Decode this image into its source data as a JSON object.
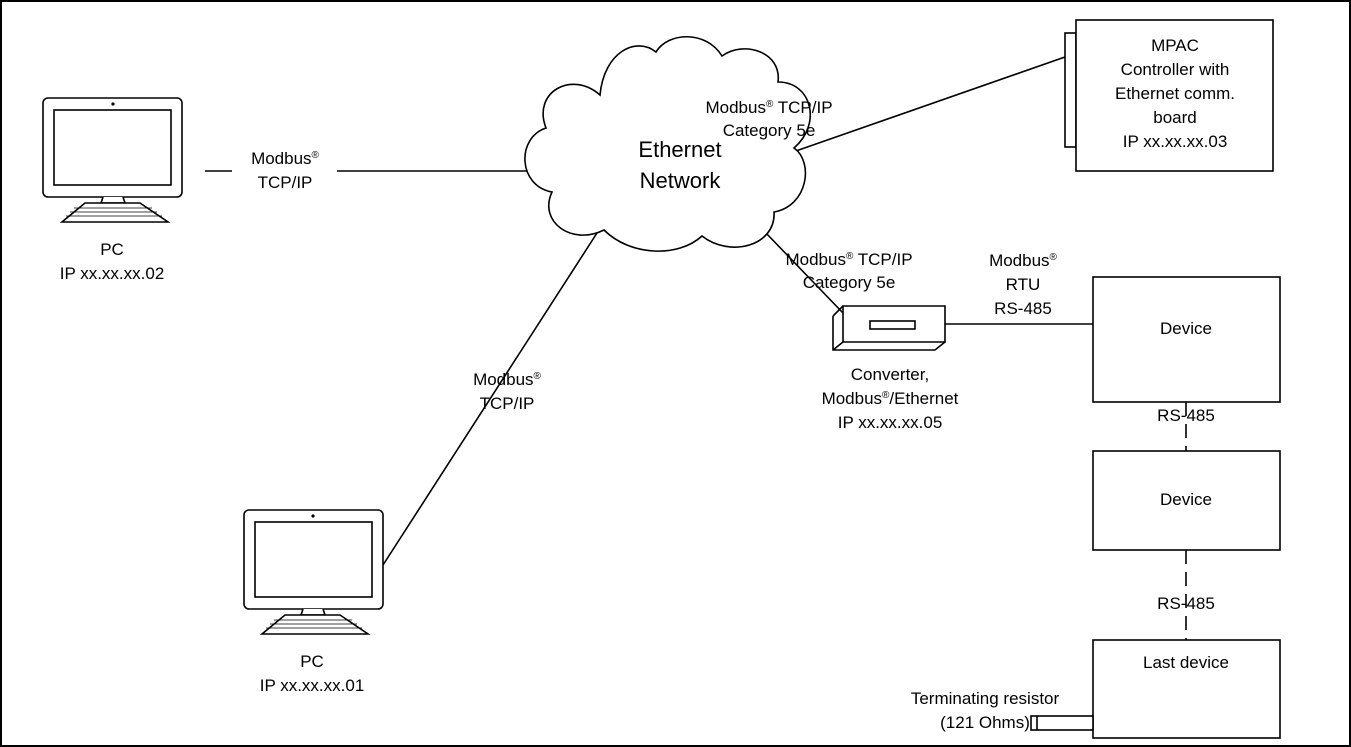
{
  "network": {
    "line1": "Ethernet",
    "line2": "Network"
  },
  "pc_top": {
    "name": "PC",
    "ip": "IP xx.xx.xx.02"
  },
  "pc_bottom": {
    "name": "PC",
    "ip": "IP xx.xx.xx.01"
  },
  "link_pc_top": {
    "proto": "Modbus",
    "reg": "®",
    "layer": "TCP/IP"
  },
  "link_pc_bottom": {
    "proto": "Modbus",
    "reg": "®",
    "layer": "TCP/IP"
  },
  "link_mpac": {
    "proto": "Modbus",
    "reg": "®",
    "layer": " TCP/IP",
    "cable": "Category 5e"
  },
  "link_converter": {
    "proto": "Modbus",
    "reg": "®",
    "layer": " TCP/IP",
    "cable": "Category 5e"
  },
  "link_rtu": {
    "proto": "Modbus",
    "reg": "®",
    "line2": "RTU",
    "line3": "RS-485"
  },
  "mpac": {
    "line1": "MPAC",
    "line2": "Controller with",
    "line3": "Ethernet comm.",
    "line4": "board",
    "line5": "IP xx.xx.xx.03"
  },
  "converter": {
    "line1": "Converter,",
    "line2a": "Modbus",
    "reg": "®",
    "line2b": "/Ethernet",
    "line3": "IP xx.xx.xx.05"
  },
  "device1": {
    "label": "Device"
  },
  "device2": {
    "label": "Device"
  },
  "last_device": {
    "label": "Last device"
  },
  "rs485_a": {
    "label": "RS-485"
  },
  "rs485_b": {
    "label": "RS-485"
  },
  "terminator": {
    "line1": "Terminating resistor",
    "line2": "(121 Ohms)"
  }
}
